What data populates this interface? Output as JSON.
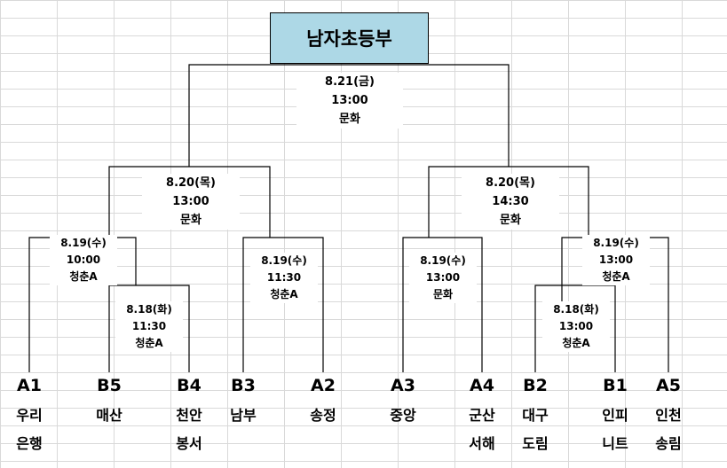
{
  "title": "남자초등부",
  "matches": {
    "final": {
      "date": "8.21(금)",
      "time": "13:00",
      "venue": "문화"
    },
    "semi1": {
      "date": "8.20(목)",
      "time": "13:00",
      "venue": "문화"
    },
    "semi2": {
      "date": "8.20(목)",
      "time": "14:30",
      "venue": "문화"
    },
    "qf1": {
      "date": "8.19(수)",
      "time": "10:00",
      "venue": "청춘A"
    },
    "qf2": {
      "date": "8.19(수)",
      "time": "11:30",
      "venue": "청춘A"
    },
    "qf3": {
      "date": "8.19(수)",
      "time": "13:00",
      "venue": "문화"
    },
    "qf4": {
      "date": "8.19(수)",
      "time": "13:00",
      "venue": "청춘A"
    },
    "r1a": {
      "date": "8.18(화)",
      "time": "11:30",
      "venue": "청춘A"
    },
    "r1b": {
      "date": "8.18(화)",
      "time": "13:00",
      "venue": "청춘A"
    }
  },
  "teams": [
    {
      "code": "A1",
      "line1": "우리",
      "line2": "은행"
    },
    {
      "code": "B5",
      "line1": "매산",
      "line2": ""
    },
    {
      "code": "B4",
      "line1": "천안",
      "line2": "봉서"
    },
    {
      "code": "B3",
      "line1": "남부",
      "line2": ""
    },
    {
      "code": "A2",
      "line1": "송정",
      "line2": ""
    },
    {
      "code": "A3",
      "line1": "중앙",
      "line2": ""
    },
    {
      "code": "A4",
      "line1": "군산",
      "line2": "서해"
    },
    {
      "code": "B2",
      "line1": "대구",
      "line2": "도림"
    },
    {
      "code": "B1",
      "line1": "인피",
      "line2": "니트"
    },
    {
      "code": "A5",
      "line1": "인천",
      "line2": "송림"
    }
  ]
}
